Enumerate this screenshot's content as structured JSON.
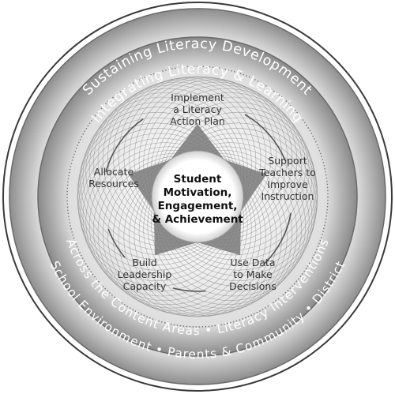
{
  "outer_ring": {
    "top_text": "Sustaining Literacy Development",
    "bottom_text": "School Environment • Parents & Community • District"
  },
  "middle_ring": {
    "top_text": "Integrating Literacy & Learning",
    "bottom_text": "Across the Content Areas • Literacy Interventions"
  },
  "steps": [
    {
      "lines": [
        "Implement",
        "a Literacy",
        "Action Plan"
      ]
    },
    {
      "lines": [
        "Support",
        "Teachers to",
        "Improve",
        "Instruction"
      ]
    },
    {
      "lines": [
        "Use Data",
        "to Make",
        "Decisions"
      ]
    },
    {
      "lines": [
        "Build",
        "Leadership",
        "Capacity"
      ]
    },
    {
      "lines": [
        "Allocate",
        "Resources"
      ]
    }
  ],
  "center": {
    "lines": [
      "Student",
      "Motivation,",
      "Engagement,",
      "& Achievement"
    ]
  },
  "colors": {
    "outer_ring": "#9a9a9a",
    "middle_ring": "#8c8c8c",
    "lattice_line": "#8a8a8a",
    "star": "#7a7a7a",
    "ring_text": "#ffffff",
    "step_text": "#333333",
    "center_text": "#111111"
  }
}
